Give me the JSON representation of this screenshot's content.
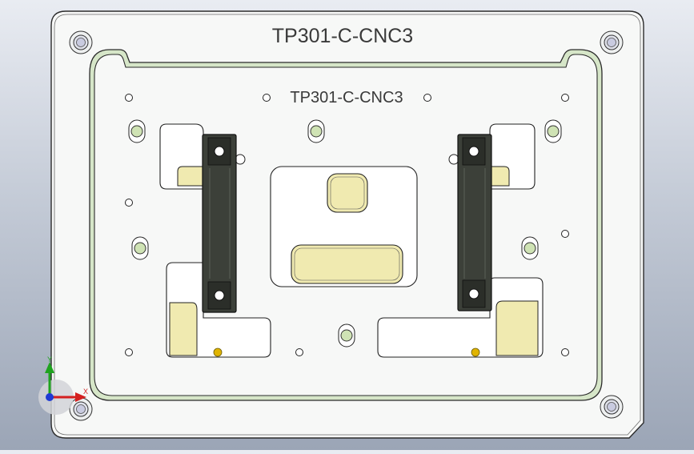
{
  "model": {
    "outer_label": "TP301-C-CNC3",
    "inner_label": "TP301-C-CNC3"
  },
  "triad": {
    "x_label": "X",
    "y_label": "Y"
  },
  "colors": {
    "background_top": "#e9ecf2",
    "background_bottom": "#9ba5b6",
    "plate": "#f7f8f7",
    "edge": "#2b2b2b",
    "inner_rim": "#d6e6c8",
    "pocket_fill": "#f0eab0",
    "clamp_bar": "#3c4039",
    "pin_fill": "#cfe3b4",
    "locator_dot": "#e0b400"
  }
}
